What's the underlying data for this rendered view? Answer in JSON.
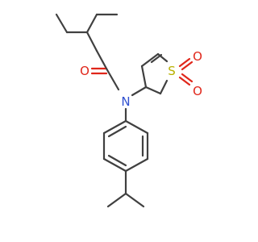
{
  "molecule": {
    "atoms": {
      "o_carbonyl": "O",
      "n_amide": "N",
      "s_sulfone": "S",
      "o_sulfone_top": "O",
      "o_sulfone_bottom": "O"
    },
    "colors": {
      "bond": "#404040",
      "oxygen": "#e0261a",
      "nitrogen": "#3050d0",
      "sulfur": "#b8b000",
      "background": "#ffffff"
    }
  }
}
